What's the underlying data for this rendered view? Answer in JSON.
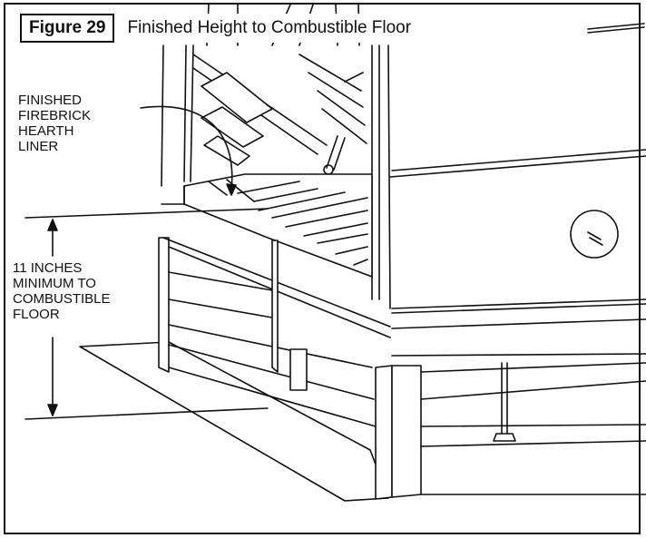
{
  "figure": {
    "number_label": "Figure 29",
    "title": "Finished Height to Combustible Floor"
  },
  "callouts": {
    "hearth_liner": "FINISHED\nFIREBRICK\nHEARTH\nLINER",
    "clearance": "11 INCHES\nMINIMUM TO\nCOMBUSTIBLE\nFLOOR"
  },
  "colors": {
    "line": "#111111",
    "background": "#ffffff"
  }
}
